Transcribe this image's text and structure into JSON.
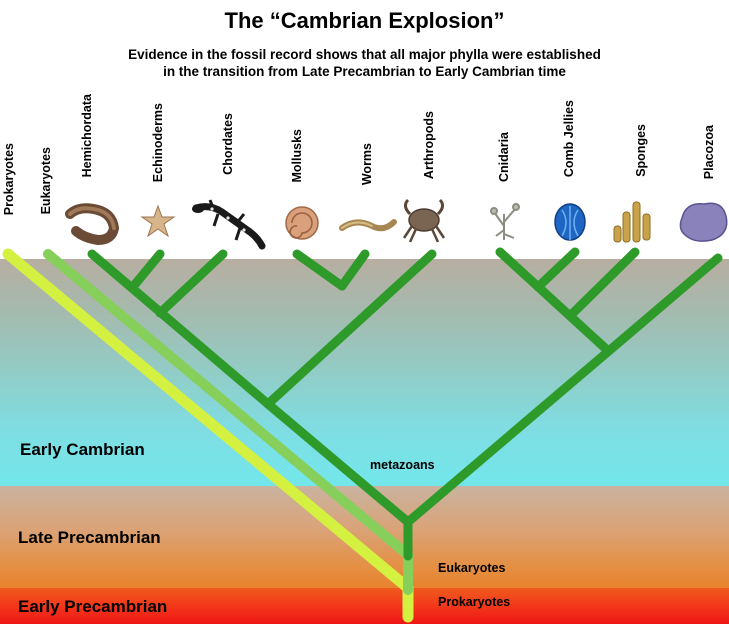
{
  "title": "The “Cambrian Explosion”",
  "subtitle_line1": "Evidence in the fossil record shows that all major phylla were established",
  "subtitle_line2": "in the transition from Late Precambrian to Early Cambrian time",
  "eras": {
    "cambrian": "Early Cambrian",
    "late_precambrian": "Late Precambrian",
    "early_precambrian": "Early Precambrian"
  },
  "taxa": {
    "prokaryotes": "Prokaryotes",
    "eukaryotes": "Eukaryotes",
    "hemichordata": "Hemichordata",
    "echinoderms": "Echinoderms",
    "chordates": "Chordates",
    "mollusks": "Mollusks",
    "worms": "Worms",
    "arthropods": "Arthropods",
    "cnidaria": "Cnidaria",
    "comb_jellies": "Comb Jellies",
    "sponges": "Sponges",
    "placozoa": "Placozoa"
  },
  "tree_labels": {
    "metazoans": "metazoans",
    "eukaryotes": "Eukaryotes",
    "prokaryotes": "Prokaryotes"
  },
  "colors": {
    "metazoan_branch": "#2e9a2a",
    "eukaryote_branch": "#86cf5a",
    "prokaryote_branch": "#d4f040"
  },
  "icons": [
    "acorn-worm-icon",
    "starfish-icon",
    "salamander-icon",
    "snail-shell-icon",
    "worm-icon",
    "crab-icon",
    "hydroid-icon",
    "comb-jelly-icon",
    "sponge-icon",
    "placozoan-icon"
  ]
}
